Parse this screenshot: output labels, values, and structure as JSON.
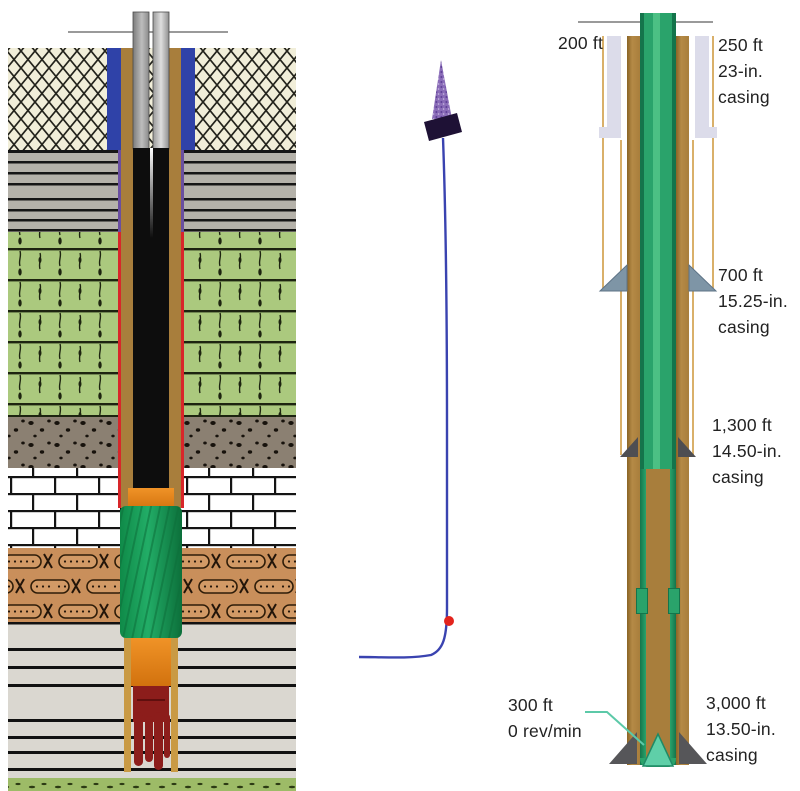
{
  "figure": {
    "panels": [
      "wellbore-cross-section",
      "well-trajectory",
      "casing-program"
    ]
  },
  "right_panel": {
    "surface_depth_label": "200 ft",
    "casing_points": [
      {
        "depth": "250 ft",
        "size": "23-in.",
        "type": "casing"
      },
      {
        "depth": "700 ft",
        "size": "15.25-in.",
        "type": "casing"
      },
      {
        "depth": "1,300 ft",
        "size": "14.50-in.",
        "type": "casing"
      },
      {
        "depth": "3,000 ft",
        "size": "13.50-in.",
        "type": "casing"
      }
    ],
    "bit_status": {
      "depth": "300 ft",
      "rotation": "0 rev/min"
    }
  },
  "colors": {
    "drillstring_green": "#2aa36b",
    "casing_brown": "#a87e3c",
    "surface_casing_lavender": "#dcdcea",
    "hole_wall_tan": "#d9b06a",
    "shoe_blue_gray": "#7e95a6",
    "shoe_dark_gray": "#535356",
    "guide_cone_teal": "#5fcfa8",
    "trajectory_blue": "#3a43b0",
    "bit_marker_red": "#e3241d",
    "derrick_purple": "#8a6cb8",
    "conductor_blue": "#2f42a8",
    "cement_red": "#d8262a",
    "formation_green_brick": "#abc97e",
    "formation_sandstone": "#c98f5b"
  }
}
